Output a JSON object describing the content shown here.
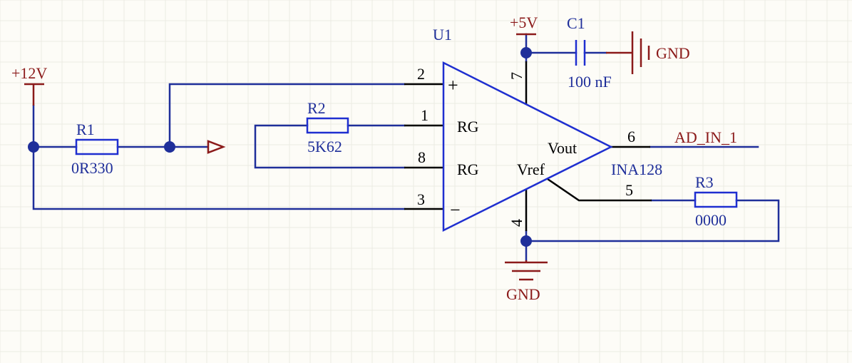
{
  "u1": {
    "designator": "U1",
    "part": "INA128",
    "pins": {
      "p1": "1",
      "p2": "2",
      "p3": "3",
      "p4": "4",
      "p5": "5",
      "p6": "6",
      "p7": "7",
      "p8": "8"
    },
    "labels": {
      "plus": "+",
      "minus": "−",
      "rg_top": "RG",
      "rg_bottom": "RG",
      "vout": "Vout",
      "vref": "Vref"
    }
  },
  "r1": {
    "designator": "R1",
    "value": "0R330"
  },
  "r2": {
    "designator": "R2",
    "value": "5K62"
  },
  "r3": {
    "designator": "R3",
    "value": "0000"
  },
  "c1": {
    "designator": "C1",
    "value": "100 nF"
  },
  "power": {
    "v12": "+12V",
    "v5": "+5V",
    "gnd_right": "GND",
    "gnd_bottom": "GND"
  },
  "net": {
    "output": "AD_IN_1"
  },
  "colors": {
    "wire": "#1f2f9a",
    "body": "#1f2fd0",
    "power": "#8b1a1a",
    "pin_text": "#000000",
    "background": "#fdfcf7"
  }
}
